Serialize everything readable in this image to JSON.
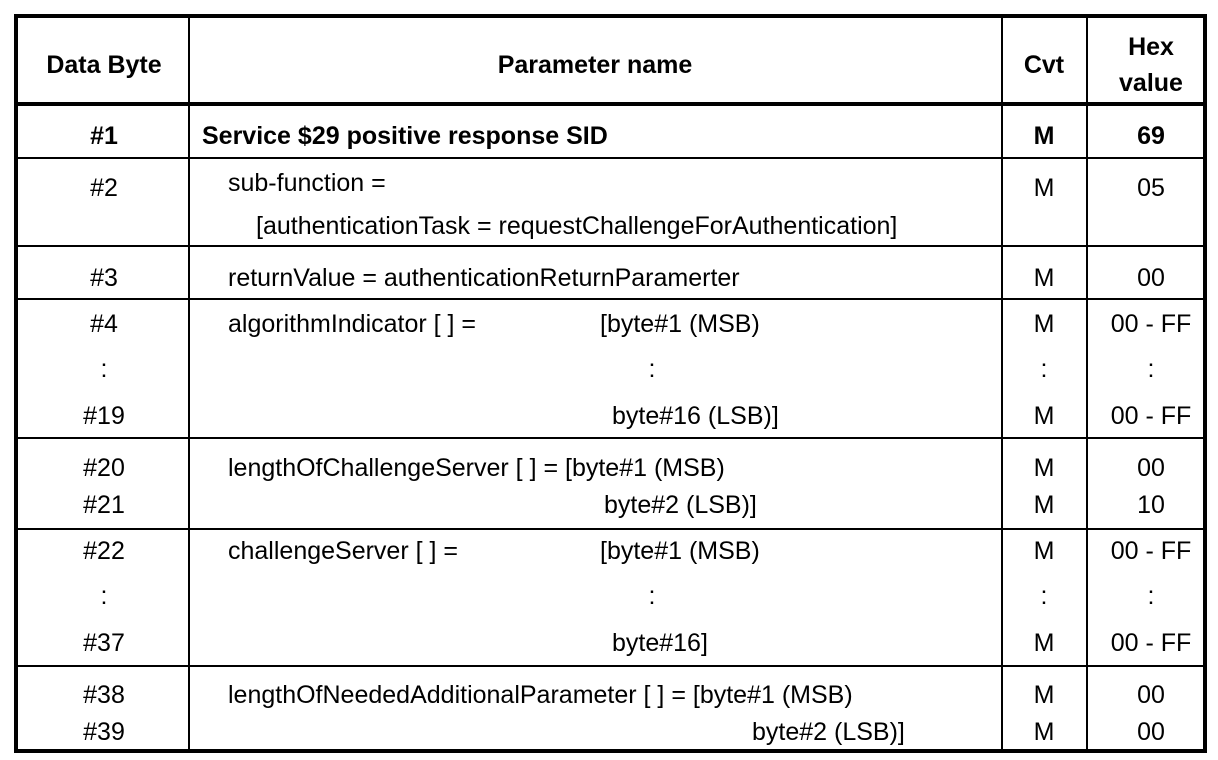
{
  "headers": {
    "data_byte": "Data Byte",
    "parameter_name": "Parameter name",
    "cvt": "Cvt",
    "hex_line1": "Hex",
    "hex_line2": "value"
  },
  "rows": [
    {
      "bytes": [
        "#1"
      ],
      "param": [
        "Service $29 positive response SID"
      ],
      "cvt": [
        "M"
      ],
      "hex": [
        "69"
      ]
    },
    {
      "bytes": [
        "#2"
      ],
      "param": [
        "sub-function =",
        "[authenticationTask = requestChallengeForAuthentication]"
      ],
      "cvt": [
        "M"
      ],
      "hex": [
        "05"
      ]
    },
    {
      "bytes": [
        "#3"
      ],
      "param": [
        "returnValue = authenticationReturnParamerter"
      ],
      "cvt": [
        "M"
      ],
      "hex": [
        "00"
      ]
    },
    {
      "bytes": [
        "#4",
        ":",
        "#19"
      ],
      "param": [
        "algorithmIndicator [ ] =",
        "[byte#1 (MSB)",
        ":",
        "byte#16 (LSB)]"
      ],
      "cvt": [
        "M",
        ":",
        "M"
      ],
      "hex": [
        "00 - FF",
        ":",
        "00 - FF"
      ]
    },
    {
      "bytes": [
        "#20",
        "#21"
      ],
      "param": [
        "lengthOfChallengeServer [ ] = [byte#1 (MSB)",
        "byte#2 (LSB)]"
      ],
      "cvt": [
        "M",
        "M"
      ],
      "hex": [
        "00",
        "10"
      ]
    },
    {
      "bytes": [
        "#22",
        ":",
        "#37"
      ],
      "param": [
        "challengeServer [ ] =",
        "[byte#1 (MSB)",
        ":",
        "byte#16]"
      ],
      "cvt": [
        "M",
        ":",
        "M"
      ],
      "hex": [
        "00 - FF",
        ":",
        "00 - FF"
      ]
    },
    {
      "bytes": [
        "#38",
        "#39"
      ],
      "param": [
        "lengthOfNeededAdditionalParameter [ ] = [byte#1 (MSB)",
        "byte#2 (LSB)]"
      ],
      "cvt": [
        "M",
        "M"
      ],
      "hex": [
        "00",
        "00"
      ]
    }
  ]
}
